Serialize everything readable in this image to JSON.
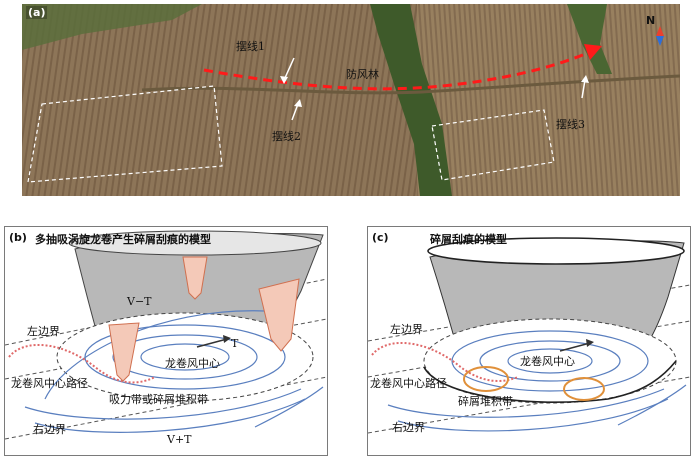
{
  "panel_a": {
    "label": "(a)",
    "compass": "N",
    "labels": {
      "line1": "摆线1",
      "line2": "摆线2",
      "line3": "摆线3",
      "shelterbelt": "防风林"
    },
    "colors": {
      "field": "#8b7356",
      "forest": "#3e5a2a",
      "track": "#ff1a1a"
    }
  },
  "panel_b": {
    "label": "(b)",
    "title": "多抽吸涡旋龙卷产生碎屑刮痕的模型",
    "labels": {
      "v_minus_t": "V−T",
      "left_boundary": "左边界",
      "center_path": "龙卷风中心路径",
      "t": "T",
      "tornado_center": "龙卷风中心",
      "suction_band": "吸力带或碎屑堆积带",
      "right_boundary": "右边界",
      "v_plus_t": "V+T"
    }
  },
  "panel_c": {
    "label": "(c)",
    "title": "碎屑刮痕的模型",
    "labels": {
      "left_boundary": "左边界",
      "center_path": "龙卷风中心路径",
      "tornado_center": "龙卷风中心",
      "debris_band": "碎屑堆积带",
      "right_boundary": "右边界"
    }
  }
}
